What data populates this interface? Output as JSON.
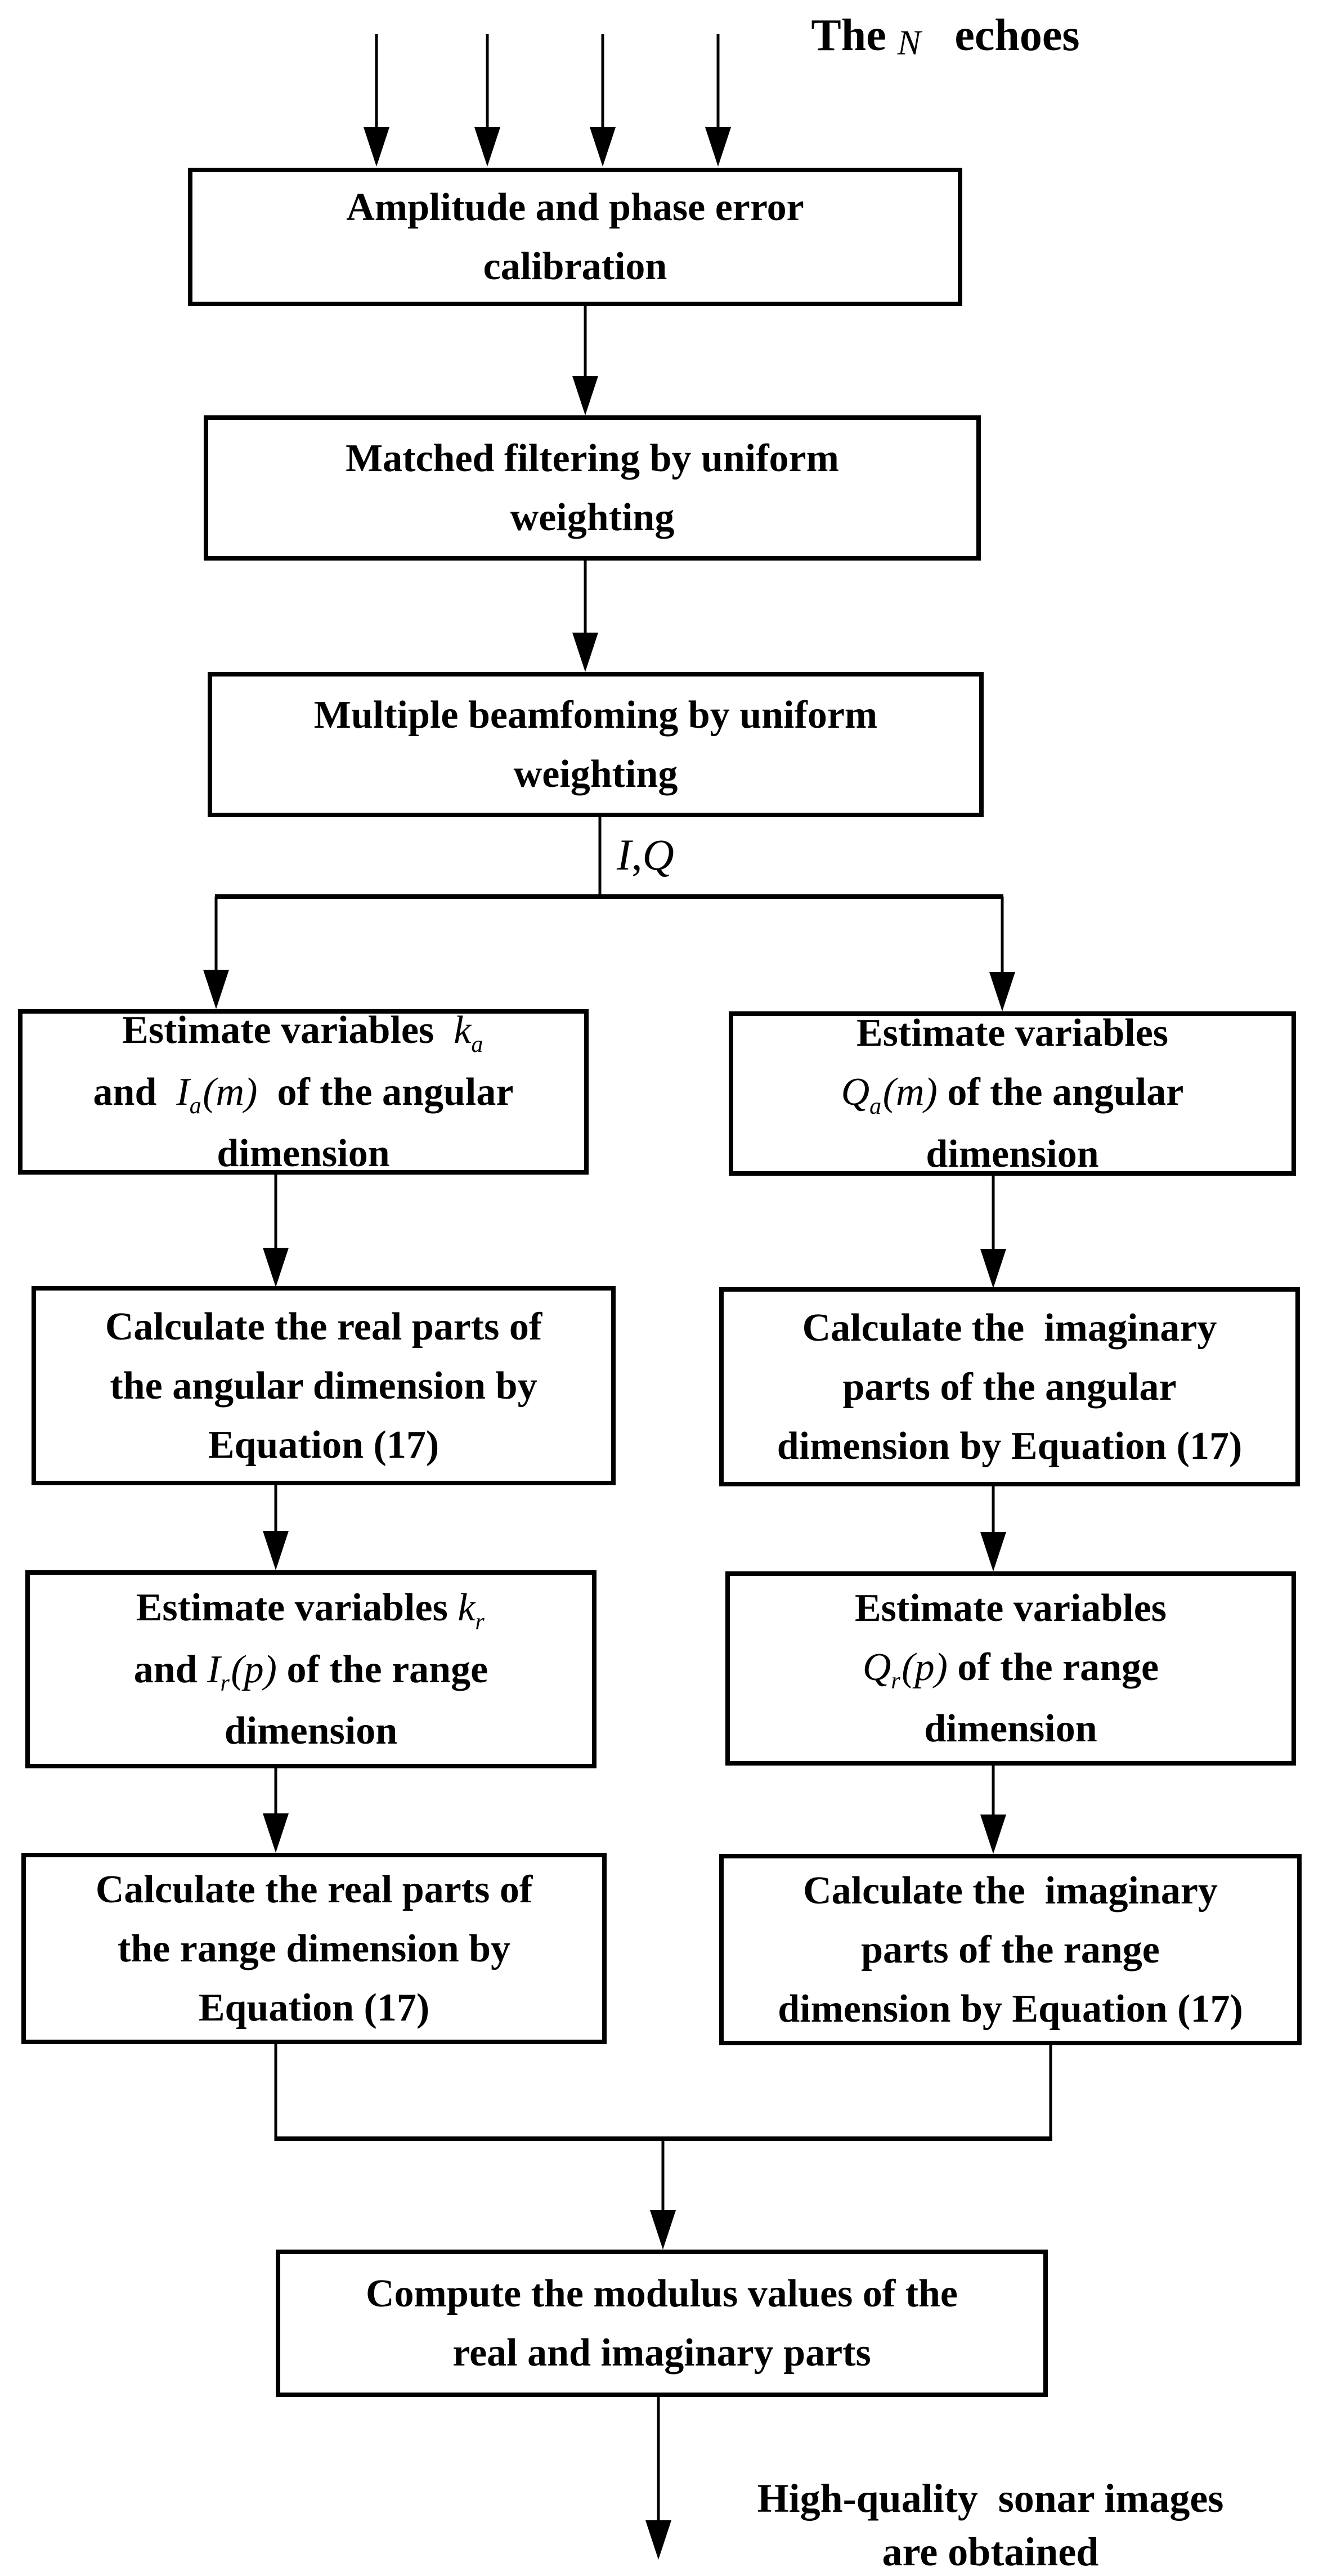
{
  "colors": {
    "ink": "#000000",
    "background": "#ffffff"
  },
  "title": {
    "segments": [
      {
        "k": "t",
        "s": "The "
      },
      {
        "k": "v",
        "s": "N"
      },
      {
        "k": "t",
        "s": "   echoes"
      }
    ]
  },
  "edge_label_iq": {
    "segments": [
      {
        "k": "v",
        "s": "I"
      },
      {
        "k": "t",
        "s": ","
      },
      {
        "k": "v",
        "s": "Q"
      }
    ]
  },
  "boxes": {
    "calibration": {
      "text": "Amplitude and phase error\ncalibration"
    },
    "matched_filtering": {
      "text": "Matched filtering by uniform\nweighting"
    },
    "beamforming": {
      "text": "Multiple beamfoming by uniform\nweighting"
    },
    "estimate_angular_real": {
      "lines": [
        [
          {
            "k": "t",
            "s": "Estimate variables  "
          },
          {
            "k": "v",
            "s": "k"
          },
          {
            "k": "b",
            "s": "a"
          }
        ],
        [
          {
            "k": "t",
            "s": "and  "
          },
          {
            "k": "v",
            "s": "I"
          },
          {
            "k": "b",
            "s": "a"
          },
          {
            "k": "v",
            "s": "(m)"
          },
          {
            "k": "t",
            "s": "  of the angular"
          }
        ],
        [
          {
            "k": "t",
            "s": "dimension"
          }
        ]
      ]
    },
    "estimate_angular_imag": {
      "lines": [
        [
          {
            "k": "t",
            "s": "Estimate variables"
          }
        ],
        [
          {
            "k": "v",
            "s": "Q"
          },
          {
            "k": "b",
            "s": "a"
          },
          {
            "k": "v",
            "s": "(m)"
          },
          {
            "k": "t",
            "s": " of the angular"
          }
        ],
        [
          {
            "k": "t",
            "s": "dimension"
          }
        ]
      ]
    },
    "calc_angular_real": {
      "text": "Calculate the real parts of\nthe angular dimension by\nEquation (17)"
    },
    "calc_angular_imag": {
      "text": "Calculate the  imaginary\nparts of the angular\ndimension by Equation (17)"
    },
    "estimate_range_real": {
      "lines": [
        [
          {
            "k": "t",
            "s": "Estimate variables "
          },
          {
            "k": "v",
            "s": "k"
          },
          {
            "k": "b",
            "s": "r"
          }
        ],
        [
          {
            "k": "t",
            "s": "and "
          },
          {
            "k": "v",
            "s": "I"
          },
          {
            "k": "b",
            "s": "r"
          },
          {
            "k": "v",
            "s": "(p)"
          },
          {
            "k": "t",
            "s": " of the range"
          }
        ],
        [
          {
            "k": "t",
            "s": "dimension"
          }
        ]
      ]
    },
    "estimate_range_imag": {
      "lines": [
        [
          {
            "k": "t",
            "s": "Estimate variables"
          }
        ],
        [
          {
            "k": "v",
            "s": "Q"
          },
          {
            "k": "b",
            "s": "r"
          },
          {
            "k": "v",
            "s": "(p)"
          },
          {
            "k": "t",
            "s": " of the range"
          }
        ],
        [
          {
            "k": "t",
            "s": "dimension"
          }
        ]
      ]
    },
    "calc_range_real": {
      "text": "Calculate the real parts of\nthe range dimension by\nEquation (17)"
    },
    "calc_range_imag": {
      "text": "Calculate the  imaginary\nparts of the range\ndimension by Equation (17)"
    },
    "modulus": {
      "text": "Compute the modulus values of the\nreal and imaginary parts"
    }
  },
  "output_label": {
    "text": "High-quality  sonar images\nare obtained"
  }
}
